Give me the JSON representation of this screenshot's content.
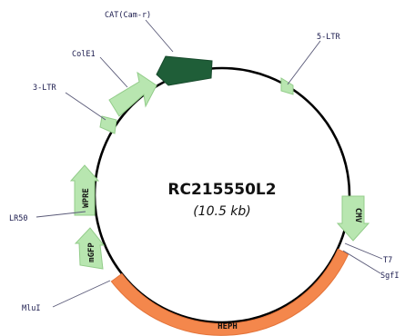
{
  "plasmid": {
    "name": "RC215550L2",
    "size": "(10.5 kb)"
  },
  "colors": {
    "backbone": "#000000",
    "light_feature": "#b8e6b0",
    "light_feature_stroke": "#93cc8a",
    "dark_feature": "#1f5e38",
    "insert": "#f4874c",
    "callout_text": "#1a1a4d"
  },
  "features": {
    "cat": {
      "label": "CAT(Cam-r)"
    },
    "cole1": {
      "label": "ColE1"
    },
    "ltr5": {
      "label": "5-LTR"
    },
    "ltr3": {
      "label": "3-LTR"
    },
    "cmv": {
      "label": "CMV"
    },
    "t7": {
      "label": "T7"
    },
    "sgfi": {
      "label": "SgfI"
    },
    "heph": {
      "label": "HEPH"
    },
    "mlui": {
      "label": "MluI"
    },
    "mgfp": {
      "label": "mGFP"
    },
    "lr50": {
      "label": "LR50"
    },
    "wpre": {
      "label": "WPRE"
    }
  }
}
